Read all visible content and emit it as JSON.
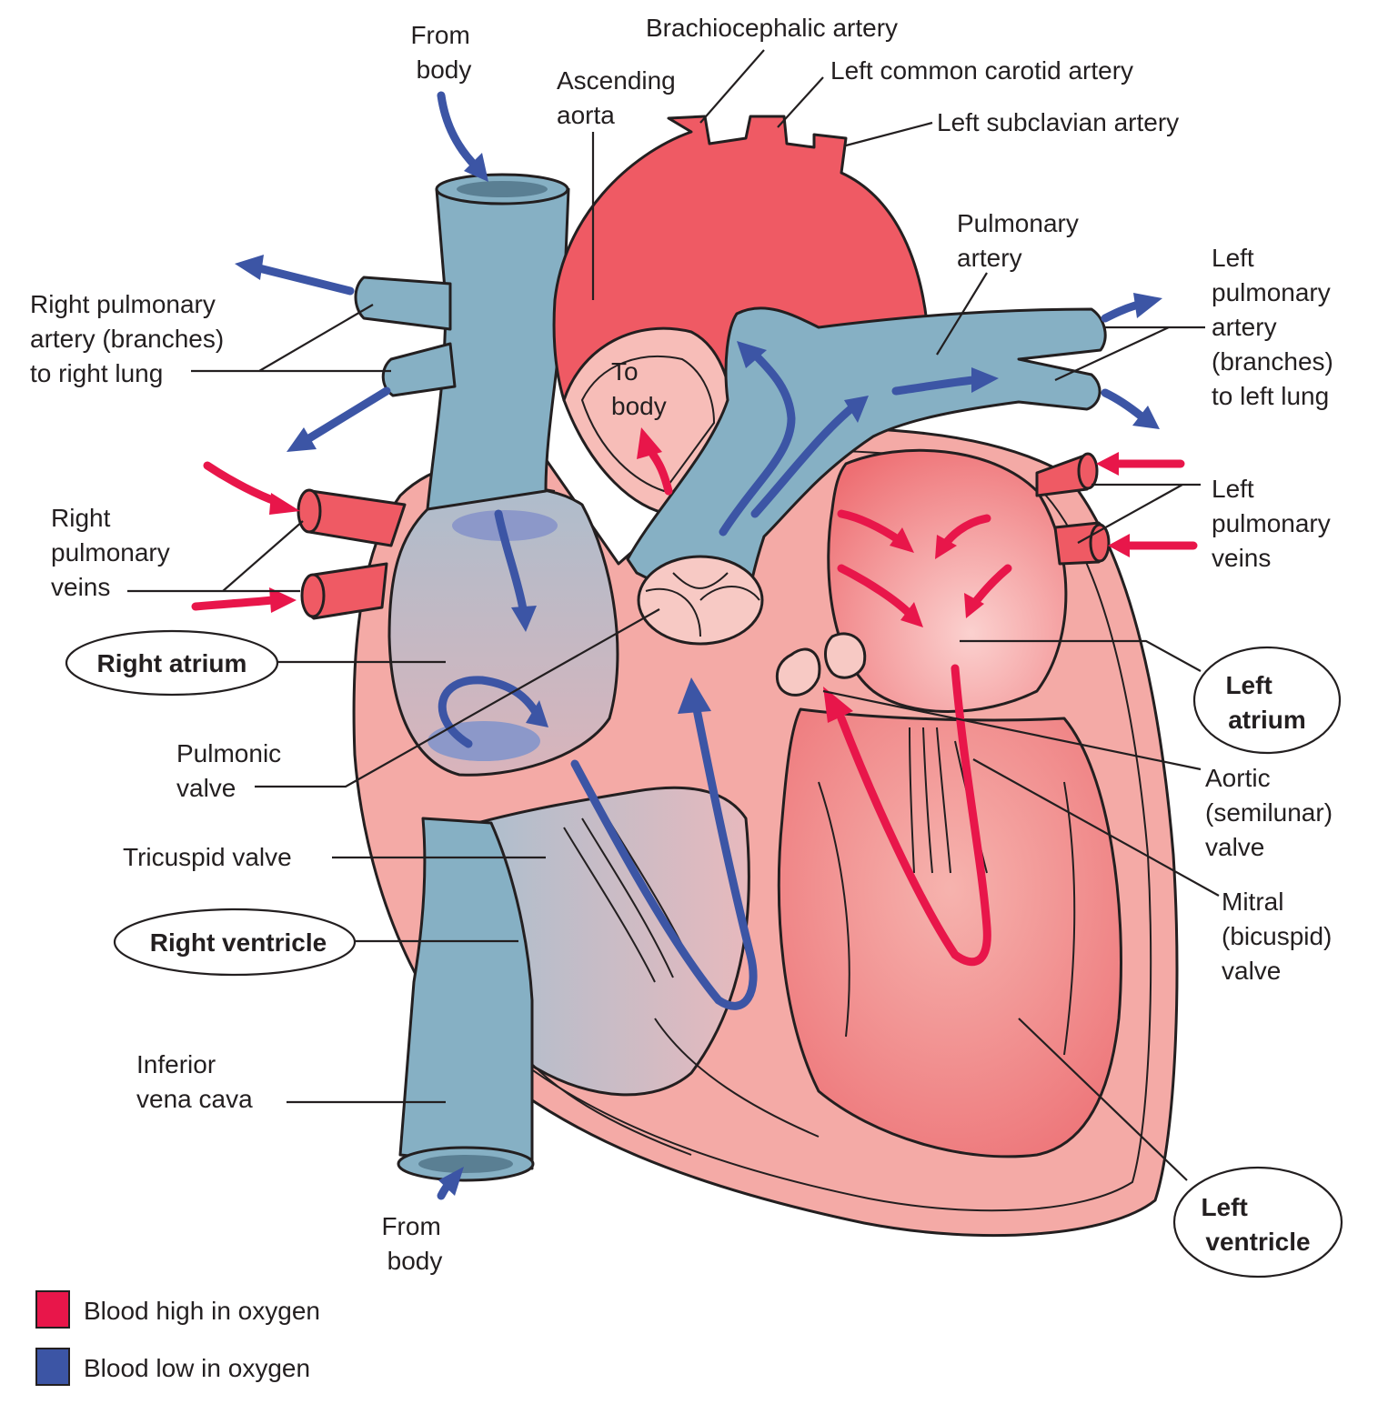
{
  "labels": {
    "from_body_top": [
      "From",
      "body"
    ],
    "brachiocephalic": "Brachiocephalic artery",
    "ascending_aorta": [
      "Ascending",
      "aorta"
    ],
    "left_common_carotid": "Left common carotid artery",
    "left_subclavian": "Left subclavian artery",
    "pulmonary_artery": [
      "Pulmonary",
      "artery"
    ],
    "right_pulmonary_artery": [
      "Right pulmonary",
      "artery (branches)",
      "to right lung"
    ],
    "left_pulmonary_artery": [
      "Left",
      "pulmonary",
      "artery",
      "(branches)",
      "to left lung"
    ],
    "to_body": [
      "To",
      "body"
    ],
    "right_pulmonary_veins": [
      "Right",
      "pulmonary",
      "veins"
    ],
    "left_pulmonary_veins": [
      "Left",
      "pulmonary",
      "veins"
    ],
    "right_atrium": "Right atrium",
    "left_atrium": [
      "Left",
      "atrium"
    ],
    "pulmonic_valve": [
      "Pulmonic",
      "valve"
    ],
    "aortic_valve": [
      "Aortic",
      "(semilunar)",
      "valve"
    ],
    "tricuspid_valve": "Tricuspid valve",
    "mitral_valve": [
      "Mitral",
      "(bicuspid)",
      "valve"
    ],
    "right_ventricle": "Right ventricle",
    "inferior_vena_cava": [
      "Inferior",
      "vena cava"
    ],
    "from_body_bottom": [
      "From",
      "body"
    ],
    "left_ventricle": [
      "Left",
      "ventricle"
    ]
  },
  "legend": [
    {
      "label": "Blood high in oxygen",
      "color": "#e8164a"
    },
    {
      "label": "Blood low in oxygen",
      "color": "#3c55a5"
    }
  ],
  "colors": {
    "oxygen_rich": "#e8164a",
    "oxygen_poor": "#3c55a5",
    "vessel_blue": "#86b0c4",
    "aorta_red": "#ef5a64",
    "heart_tissue": "#f4aaa6"
  }
}
